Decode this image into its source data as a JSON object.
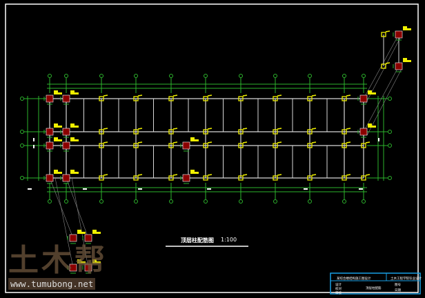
{
  "drawing": {
    "title": "顶层柱配筋图",
    "scale": "1:100"
  },
  "watermark": {
    "logo": "土木帮",
    "url": "www.tumubong.net"
  },
  "title_block": {
    "project": "某综合楼结构施工图设计",
    "school": "土木工程学院毕业设计",
    "sheet_name": "顶层柱配筋",
    "designer_label": "设计",
    "checker_label": "校对",
    "reviewer_label": "审核",
    "sheet_no_label": "图号",
    "date_label": "日期"
  },
  "colors": {
    "axis": "#2db52d",
    "beam": "#d8d8d8",
    "column": "#8b0000",
    "label": "#f0f000",
    "frame": "#ffffff",
    "titleblock": "#19a0e6"
  }
}
